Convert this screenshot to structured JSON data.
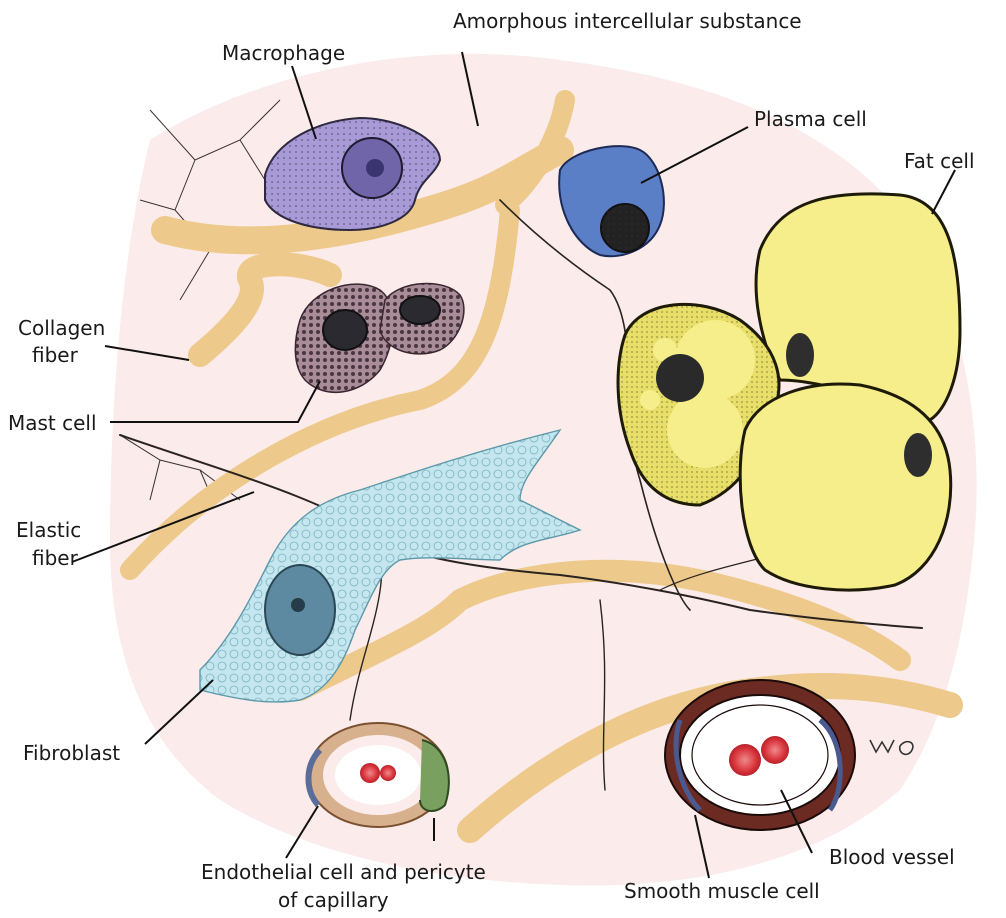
{
  "labels": {
    "amorphous": "Amorphous intercellular substance",
    "macrophage": "Macrophage",
    "plasma_cell": "Plasma cell",
    "fat_cell": "Fat cell",
    "collagen_line1": "Collagen",
    "collagen_line2": "fiber",
    "mast_cell": "Mast cell",
    "elastic_line1": "Elastic",
    "elastic_line2": "fiber",
    "fibroblast": "Fibroblast",
    "endothelial_line1": "Endothelial cell and pericyte",
    "endothelial_line2": "of capillary",
    "smooth_muscle": "Smooth muscle cell",
    "blood_vessel": "Blood vessel"
  },
  "colors": {
    "ground": "#fbeceb",
    "collagen": "#eec98c",
    "macrophage": "#a79ad6",
    "plasma": "#5b7fc6",
    "fat": "#f6ee8a",
    "mast": "#8a6f7c",
    "fibroblast": "#bfe3ec",
    "rbc": "#d9353c",
    "vessel_wall": "#6b2a22"
  }
}
